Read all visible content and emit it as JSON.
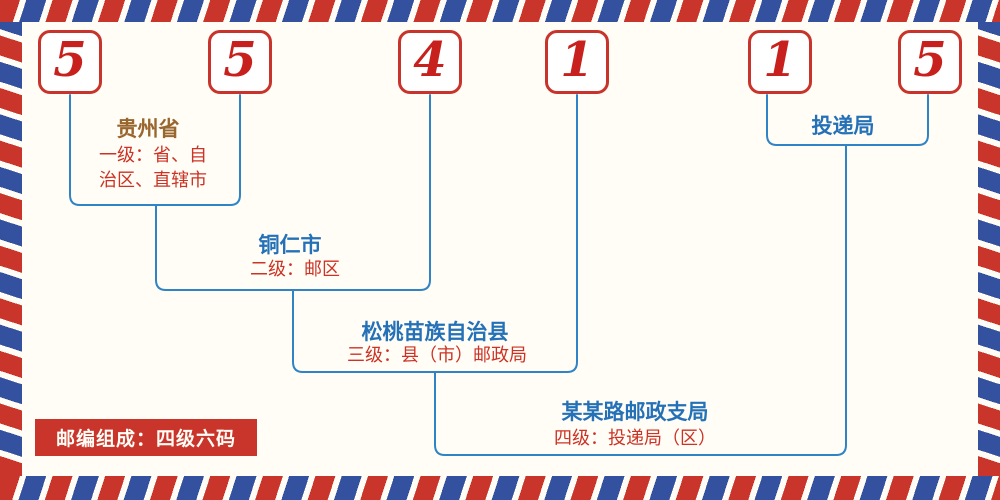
{
  "postal_code": {
    "digits": [
      "5",
      "5",
      "4",
      "1",
      "1",
      "5"
    ]
  },
  "annotations": {
    "level1": {
      "place": "贵州省",
      "desc": "一级：省、自治区、直辖市"
    },
    "level2": {
      "place": "铜仁市",
      "desc": "二级：邮区"
    },
    "level3": {
      "place": "松桃苗族自治县",
      "desc": "三级：县（市）邮政局"
    },
    "level4": {
      "place": "某某路邮政支局",
      "desc": "四级：投递局（区）"
    },
    "delivery": {
      "place": "投递局"
    }
  },
  "footer": {
    "composition_note": "邮编组成：四级六码"
  },
  "colors": {
    "digit_red": "#c8201c",
    "box_border_red": "#c8342b",
    "line_blue": "#2f84c6",
    "place_blue": "#2471b8",
    "province_brown": "#99662e",
    "desc_red": "#cc3225",
    "stripe_red": "#c9342b",
    "stripe_blue": "#33519f",
    "badge_bg": "#c9342b",
    "background": "#fffdf5"
  }
}
